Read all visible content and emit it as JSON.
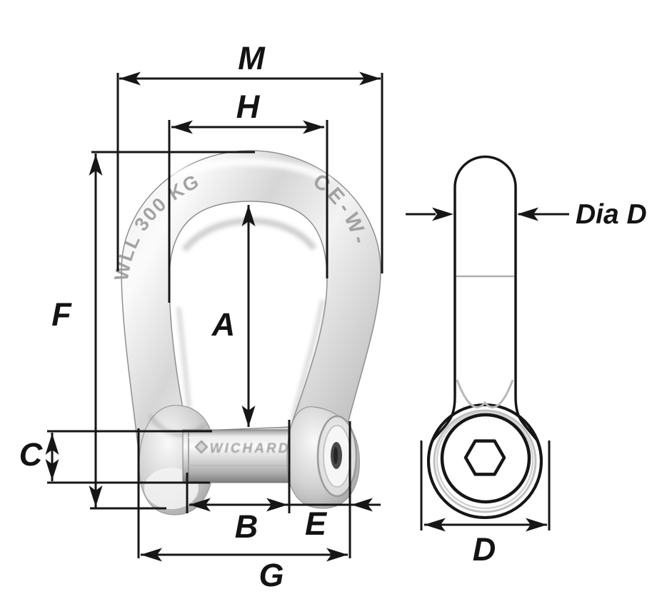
{
  "colors": {
    "background": "#ffffff",
    "dimension_line": "#161616",
    "engraving_gray": "#9a9a9a",
    "detail_gray": "#b5b5b5",
    "metal_light": "#fafafa",
    "metal_mid": "#d4d4d4",
    "metal_dark": "#8f8f8f"
  },
  "dimension_labels": {
    "m": "M",
    "h": "H",
    "f": "F",
    "a": "A",
    "c": "C",
    "b": "B",
    "e": "E",
    "g": "G",
    "d": "D",
    "dia_d": "Dia D"
  },
  "engravings": {
    "left_arm": "WLL 300 KG",
    "right_arm": "CE-W-",
    "pin": "WICHARD"
  }
}
